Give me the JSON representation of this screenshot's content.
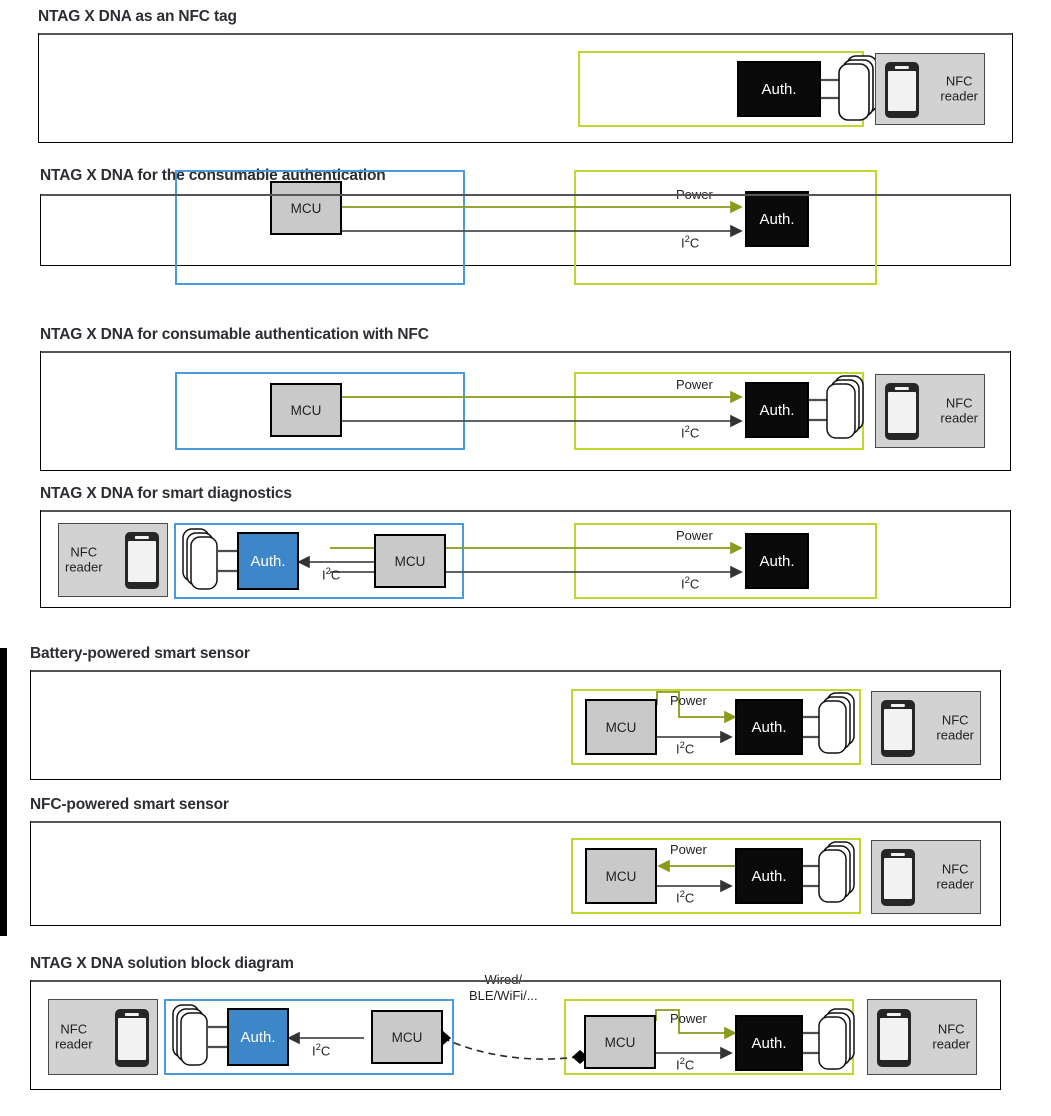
{
  "labels": {
    "auth": "Auth.",
    "mcu": "MCU",
    "power": "Power",
    "i2c_pre": "I",
    "i2c_sup": "2",
    "i2c_post": "C",
    "nfc_reader_line1": "NFC",
    "nfc_reader_line2": "reader",
    "wired_line1": "Wired/",
    "wired_line2": "BLE/WiFi/..."
  },
  "colors": {
    "green_frame": "#bfd730",
    "green_wire": "#8a9a1a",
    "blue_frame": "#4a9ade",
    "blue_auth": "#3d86c8",
    "black_auth": "#0a0a0a",
    "mcu_gray": "#c9c9c9",
    "reader_gray": "#d2d2d2",
    "wire_gray": "#4d4d4d",
    "title_color": "#2d2d33"
  },
  "sections": [
    {
      "id": "nfc-tag",
      "title": "NTAG X DNA as an NFC tag"
    },
    {
      "id": "consumable-auth",
      "title": "NTAG X DNA for the consumable authentication"
    },
    {
      "id": "consumable-auth-nfc",
      "title": "NTAG X DNA for consumable authentication with NFC"
    },
    {
      "id": "smart-diagnostics",
      "title": "NTAG X DNA for smart diagnostics"
    },
    {
      "id": "battery-powered-sensor",
      "title": "Battery-powered smart sensor"
    },
    {
      "id": "nfc-powered-sensor",
      "title": "NFC-powered smart sensor"
    },
    {
      "id": "solution-block-diagram",
      "title": "NTAG X DNA solution block diagram"
    }
  ]
}
